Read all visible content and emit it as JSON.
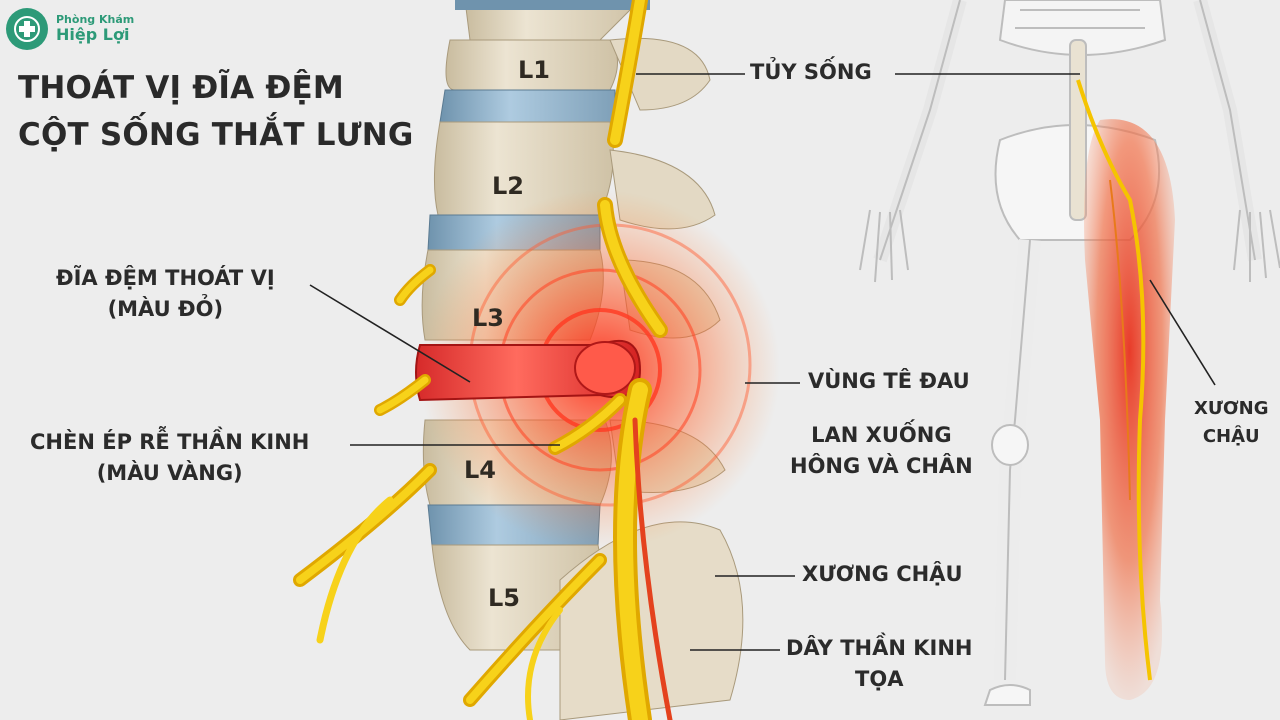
{
  "brand": {
    "line1": "Phòng Khám",
    "line2": "Hiệp Lợi",
    "logo_icon": "clinic-cross-logo",
    "color": "#2d9a78"
  },
  "title": {
    "line1": "THOÁT VỊ ĐĨA ĐỆM",
    "line2": "CỘT SỐNG THẮT LƯNG"
  },
  "vertebrae": [
    "L1",
    "L2",
    "L3",
    "L4",
    "L5"
  ],
  "labels": {
    "spinal_cord": "TỦY SỐNG",
    "herniated_disc_1": "ĐĨA ĐỆM THOÁT VỊ",
    "herniated_disc_2": "(MÀU ĐỎ)",
    "nerve_compression_1": "CHÈN ÉP RỄ THẦN KINH",
    "nerve_compression_2": "(MÀU VÀNG)",
    "pain_zone": "VÙNG TÊ ĐAU",
    "spread_1": "LAN XUỐNG",
    "spread_2": "HÔNG VÀ CHÂN",
    "pelvis": "XƯƠNG CHẬU",
    "sciatic_1": "DÂY THẦN KINH",
    "sciatic_2": "TỌA",
    "pelvis_right_1": "XƯƠNG",
    "pelvis_right_2": "CHẬU"
  },
  "colors": {
    "background": "#ededed",
    "disc_healthy": "#8fb3cc",
    "disc_herniated": "#e83a3a",
    "nerve": "#f2c200",
    "bone": "#e4dac6",
    "pain_glow": "#ff4a2a"
  }
}
